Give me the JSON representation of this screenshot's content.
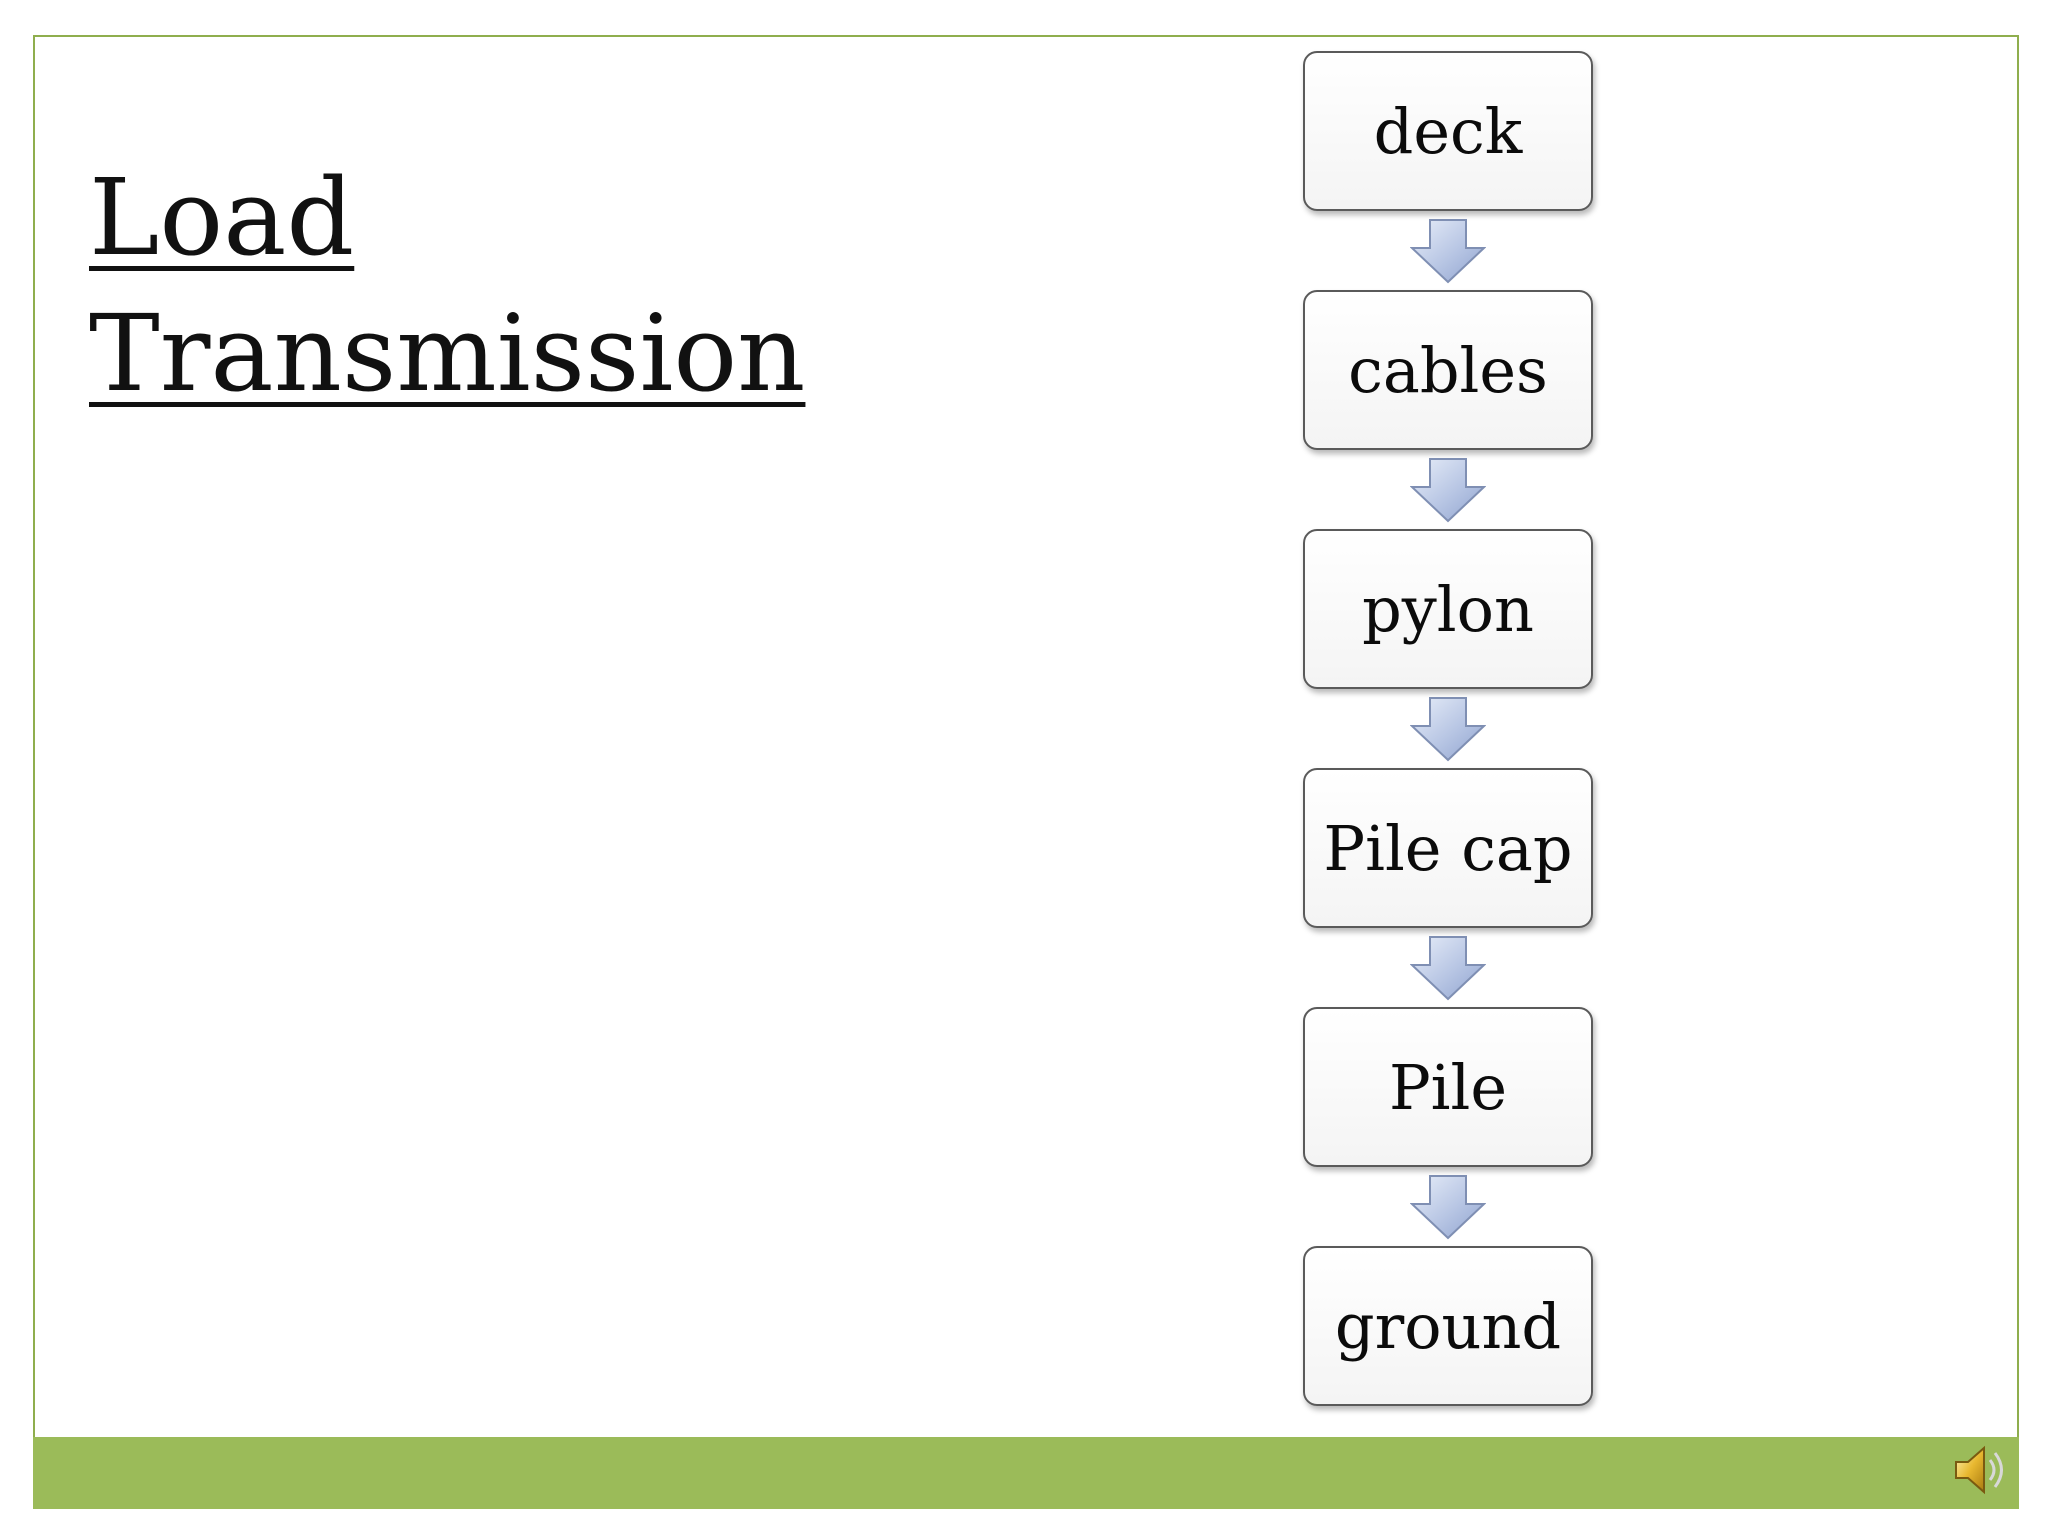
{
  "slide": {
    "title_lines": [
      "Load",
      "Transmission"
    ]
  },
  "flow": {
    "steps": [
      "deck",
      "cables",
      "pylon",
      "Pile cap",
      "Pile",
      "ground"
    ]
  },
  "colors": {
    "accent_green": "#9bbb59",
    "frame_green": "#8fae4e",
    "arrow_fill": "#b8c6e4"
  },
  "icons": {
    "arrow": "down-arrow-icon",
    "audio": "speaker-icon"
  }
}
